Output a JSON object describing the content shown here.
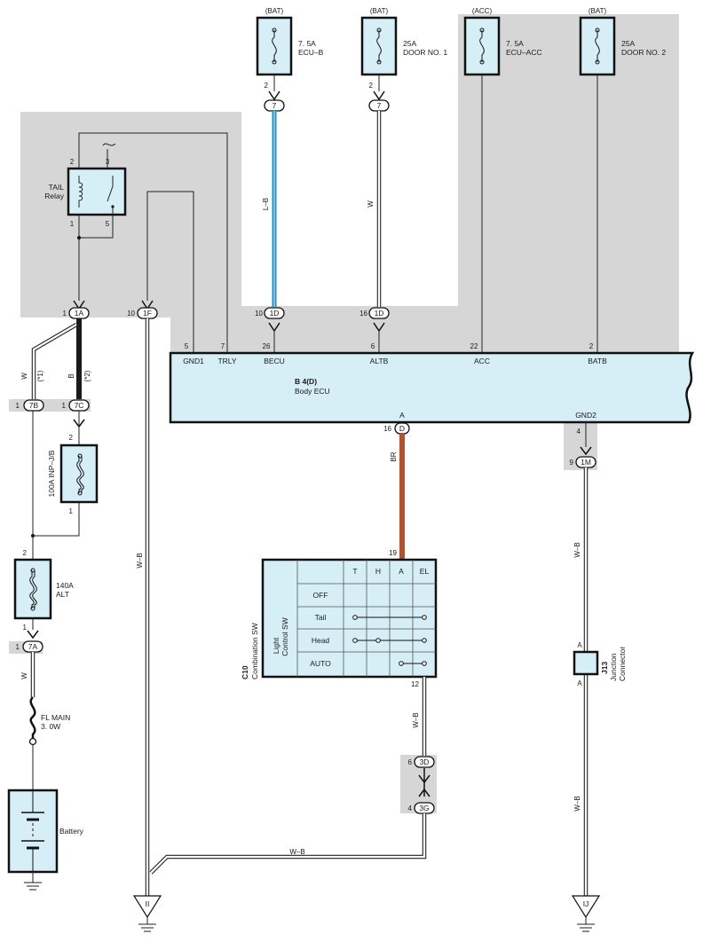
{
  "fuses": {
    "ecu_b": {
      "source": "(BAT)",
      "rating": "7. 5A",
      "name": "ECU–B",
      "pin": "2",
      "conn": "7"
    },
    "door1": {
      "source": "(BAT)",
      "rating": "25A",
      "name": "DOOR NO. 1",
      "pin": "2",
      "conn": "7"
    },
    "ecu_acc": {
      "source": "(ACC)",
      "rating": "7. 5A",
      "name": "ECU–ACC"
    },
    "door2": {
      "source": "(BAT)",
      "rating": "25A",
      "name": "DOOR NO. 2"
    },
    "inp_jb": {
      "label": "100A INP–J/B",
      "pin_top": "2",
      "pin_bottom": "1"
    },
    "alt": {
      "rating": "140A",
      "name": "ALT",
      "pin_top": "2",
      "pin_bottom": "1"
    },
    "fl_main": {
      "name": "FL MAIN",
      "size": "3. 0W"
    }
  },
  "relay": {
    "name": "TAIL",
    "name2": "Relay",
    "pins": [
      "2",
      "3",
      "1",
      "5"
    ]
  },
  "wires": {
    "lb": "L–B",
    "w": "W",
    "b": "B",
    "br": "BR",
    "wb": "W–B",
    "opt1": "(*1)",
    "opt2": "(*2)"
  },
  "connectors": {
    "c1a": {
      "pin": "1",
      "id": "1A"
    },
    "c1f": {
      "pin": "10",
      "id": "1F"
    },
    "c1d_a": {
      "pin": "10",
      "id": "1D"
    },
    "c1d_b": {
      "pin": "16",
      "id": "1D"
    },
    "c7b": {
      "pin": "1",
      "id": "7B"
    },
    "c7c": {
      "pin": "1",
      "id": "7C"
    },
    "c7a": {
      "pin": "1",
      "id": "7A"
    },
    "cd": {
      "pin": "16",
      "id": "D"
    },
    "c1m": {
      "pin_top": "4",
      "pin": "9",
      "id": "1M"
    },
    "c3d": {
      "pin": "6",
      "id": "3D"
    },
    "c3g": {
      "pin": "4",
      "id": "3G"
    }
  },
  "ecu": {
    "id": "B 4(D)",
    "name": "Body ECU",
    "terminals": [
      {
        "pin": "5",
        "name": "GND1"
      },
      {
        "pin": "7",
        "name": "TRLY"
      },
      {
        "pin": "26",
        "name": "BECU"
      },
      {
        "pin": "6",
        "name": "ALTB"
      },
      {
        "pin": "22",
        "name": "ACC"
      },
      {
        "pin": "2",
        "name": "BATB"
      }
    ],
    "bottom_terminals": [
      {
        "name": "A"
      },
      {
        "name": "GND2"
      }
    ]
  },
  "switch": {
    "id": "C10",
    "name": "Combination SW",
    "sub1": "Light",
    "sub2": "Control SW",
    "columns": [
      "T",
      "H",
      "A",
      "EL"
    ],
    "rows": [
      "OFF",
      "Tail",
      "Head",
      "AUTO"
    ],
    "pin_top": "19",
    "pin_bottom": "12"
  },
  "junction": {
    "id": "J13",
    "name1": "Junction",
    "name2": "Connector",
    "pin_a": "A"
  },
  "battery": {
    "label": "Battery"
  },
  "grounds": {
    "left": "II",
    "right": "IJ"
  }
}
